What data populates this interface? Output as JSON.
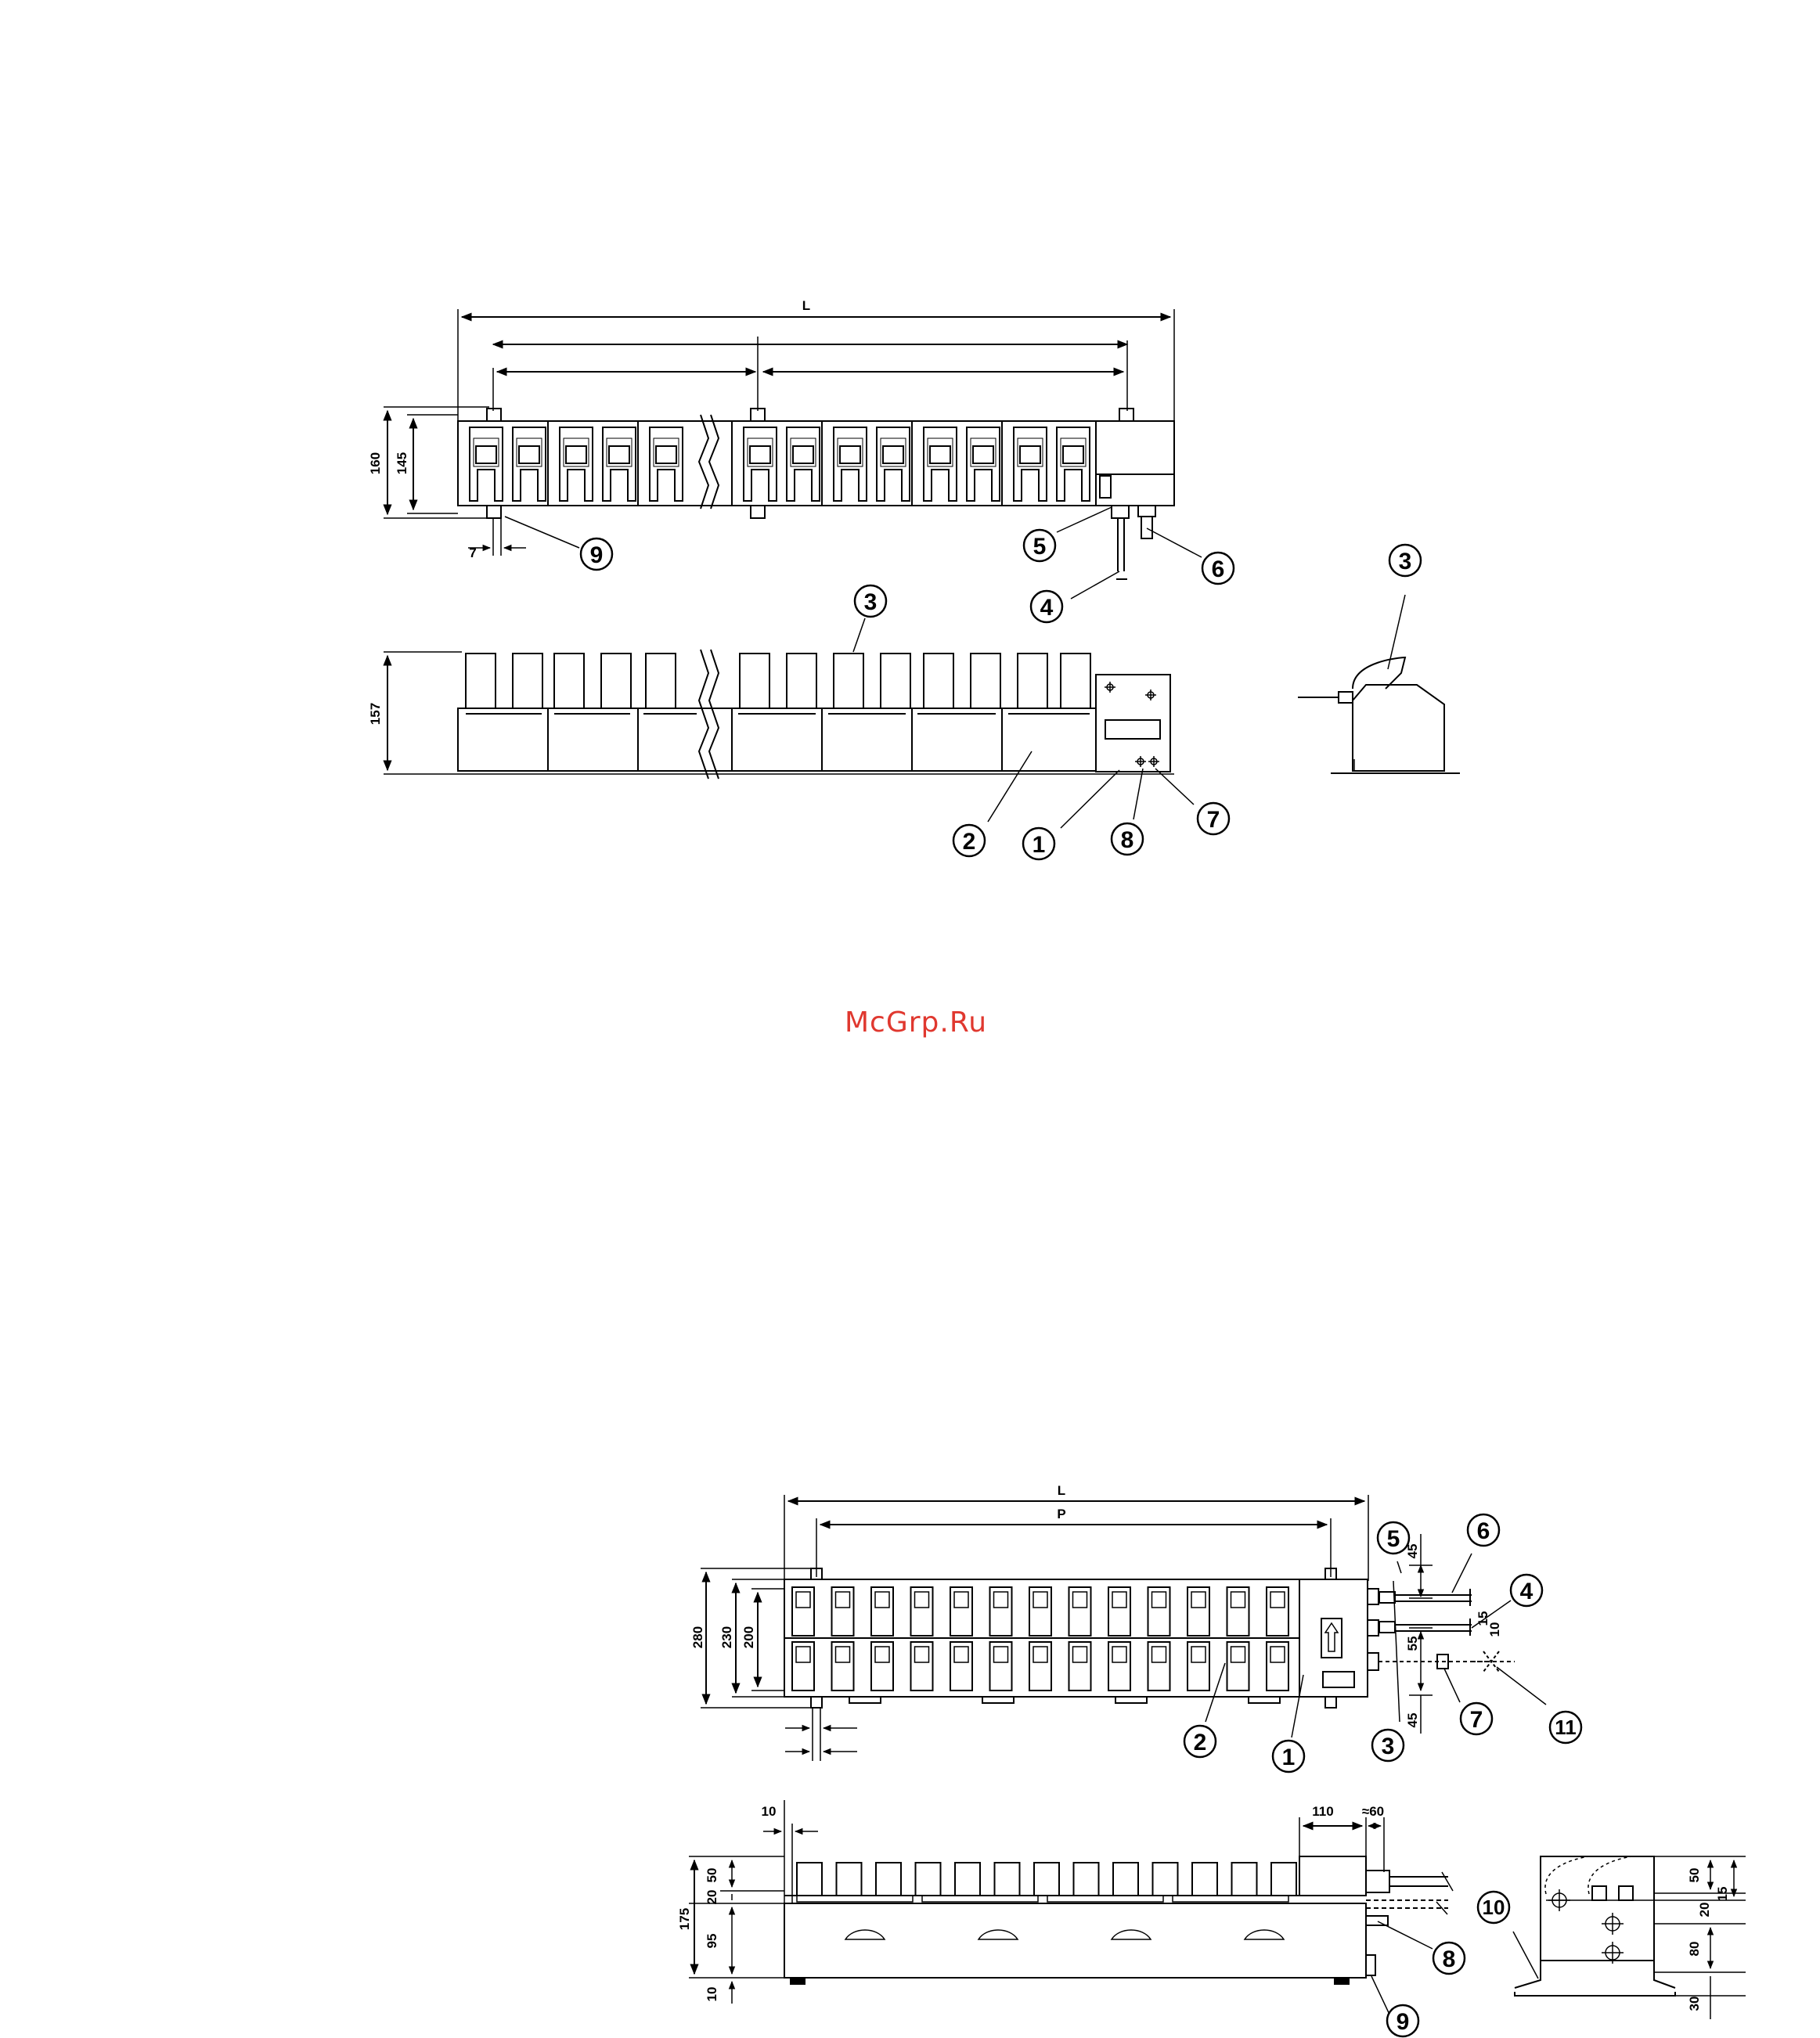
{
  "watermark": "McGrp.Ru",
  "colors": {
    "line": "#000000",
    "watermark": "#e0382f",
    "background": "#ffffff"
  },
  "top_unit": {
    "dim_L": "L",
    "dim_160": "160",
    "dim_145": "145",
    "dim_7": "7",
    "dim_157": "157",
    "callouts": {
      "c1": "1",
      "c2": "2",
      "c3": "3",
      "c4": "4",
      "c5": "5",
      "c6": "6",
      "c7": "7",
      "c8": "8",
      "c9": "9",
      "c3side": "3"
    }
  },
  "bottom_unit": {
    "dim_L": "L",
    "dim_P": "P",
    "dim_280": "280",
    "dim_230": "230",
    "dim_200": "200",
    "dim_45a": "45",
    "dim_15a": "15",
    "dim_10a": "10",
    "dim_55": "55",
    "dim_45b": "45",
    "dim_10b": "10",
    "dim_110": "110",
    "dim_60": "≈60",
    "dim_175": "175",
    "dim_50a": "50",
    "dim_20a": "20",
    "dim_95": "95",
    "dim_10c": "10",
    "dim_50b": "50",
    "dim_15b": "15",
    "dim_20b": "20",
    "dim_80": "80",
    "dim_30": "30",
    "callouts": {
      "c1": "1",
      "c2": "2",
      "c3": "3",
      "c4": "4",
      "c5": "5",
      "c6": "6",
      "c7": "7",
      "c8": "8",
      "c9": "9",
      "c10": "10",
      "c11": "11"
    }
  }
}
